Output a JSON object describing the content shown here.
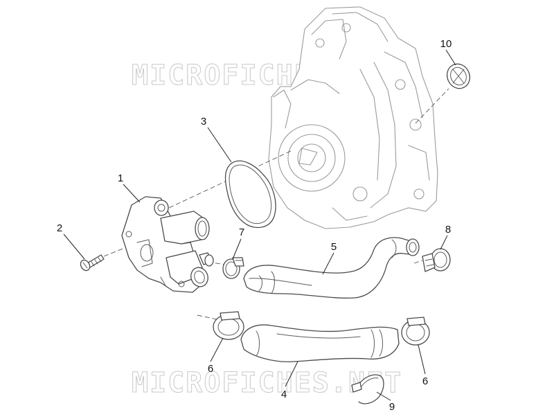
{
  "watermarks": [
    "MICROFICHES.NET",
    "MICROFICHES.NET"
  ],
  "callouts": [
    {
      "id": "1",
      "label": "1"
    },
    {
      "id": "2",
      "label": "2"
    },
    {
      "id": "3",
      "label": "3"
    },
    {
      "id": "4",
      "label": "4"
    },
    {
      "id": "5",
      "label": "5"
    },
    {
      "id": "6a",
      "label": "6"
    },
    {
      "id": "6b",
      "label": "6"
    },
    {
      "id": "7",
      "label": "7"
    },
    {
      "id": "8",
      "label": "8"
    },
    {
      "id": "9",
      "label": "9"
    },
    {
      "id": "10",
      "label": "10"
    }
  ],
  "colors": {
    "line": "#4a4a4a",
    "ghost": "#9a9a9a",
    "watermark": "#c8c8c8",
    "background": "#ffffff"
  }
}
